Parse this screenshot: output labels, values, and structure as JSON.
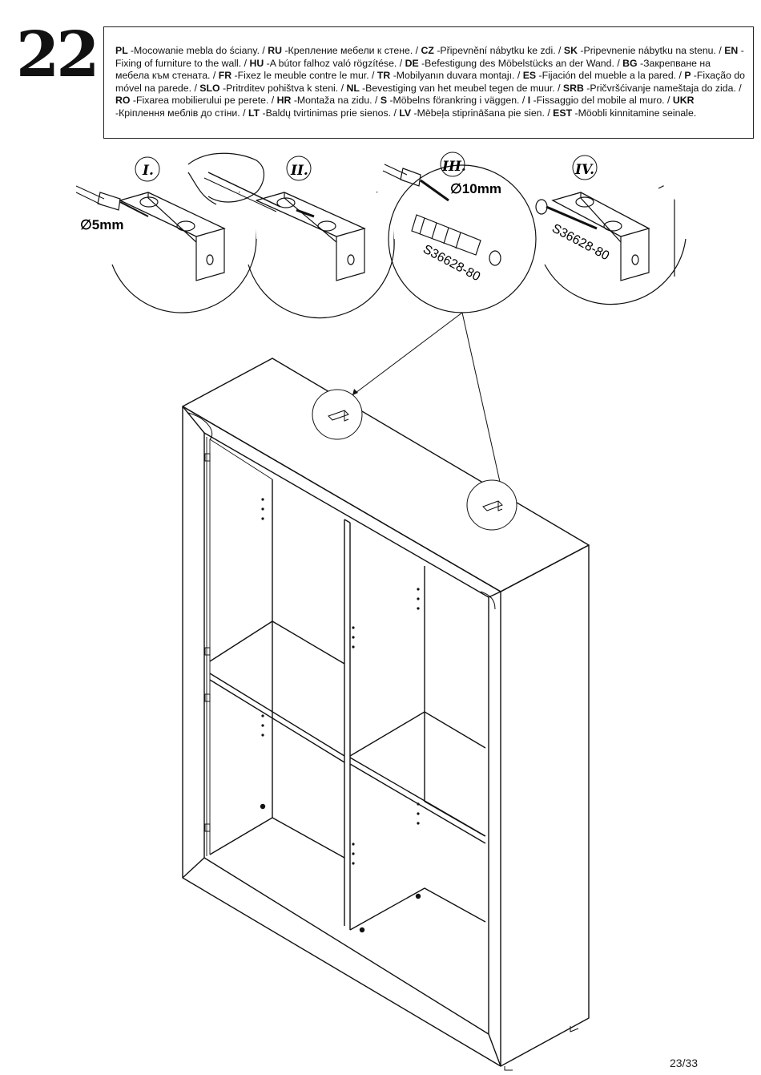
{
  "step_number": "22",
  "instructions": [
    {
      "code": "PL",
      "text": "-Mocowanie mebla do ściany."
    },
    {
      "code": "RU",
      "text": "-Крепление мебели к стене."
    },
    {
      "code": "CZ",
      "text": "-Připevnění nábytku ke zdi."
    },
    {
      "code": "SK",
      "text": "-Pripevnenie nábytku na stenu."
    },
    {
      "code": "EN",
      "text": "-Fixing of furniture to the wall."
    },
    {
      "code": "HU",
      "text": "-A bútor falhoz való rögzítése."
    },
    {
      "code": "DE",
      "text": "-Befestigung des Möbelstücks an der Wand."
    },
    {
      "code": "BG",
      "text": "-Закрепване на мебела към стената."
    },
    {
      "code": "FR",
      "text": "-Fixez le meuble contre le mur."
    },
    {
      "code": "TR",
      "text": "-Mobilyanın duvara montajı."
    },
    {
      "code": "ES",
      "text": "-Fijación del mueble a la pared."
    },
    {
      "code": "P",
      "text": "-Fixação do móvel na parede."
    },
    {
      "code": "SLO",
      "text": "-Pritrditev pohištva k steni."
    },
    {
      "code": "NL",
      "text": "-Bevestiging van het meubel tegen de muur."
    },
    {
      "code": "SRB",
      "text": "-Pričvršćivanje nameštaja do zida."
    },
    {
      "code": "RO",
      "text": "-Fixarea mobilierului pe perete."
    },
    {
      "code": "HR",
      "text": "-Montaža na zidu."
    },
    {
      "code": "S",
      "text": "-Möbelns förankring i väggen."
    },
    {
      "code": "I",
      "text": "-Fissaggio del mobile al muro."
    },
    {
      "code": "UKR",
      "text": "-Кріплення меблів до стіни."
    },
    {
      "code": "LT",
      "text": "-Baldų tvirtinimas prie sienos."
    },
    {
      "code": "LV",
      "text": "-Mēbeļa stiprināšana pie sien."
    },
    {
      "code": "EST",
      "text": "-Möobli kinnitamine seinale."
    }
  ],
  "details": {
    "step_I": "I.",
    "step_II": "II.",
    "step_III": "III.",
    "step_IV": "IV.",
    "drill_small": "∅5mm",
    "drill_large": "∅10mm",
    "part_code_dowel": "S36628-80",
    "part_code_screw": "S36628-80"
  },
  "page_number": "23/33"
}
